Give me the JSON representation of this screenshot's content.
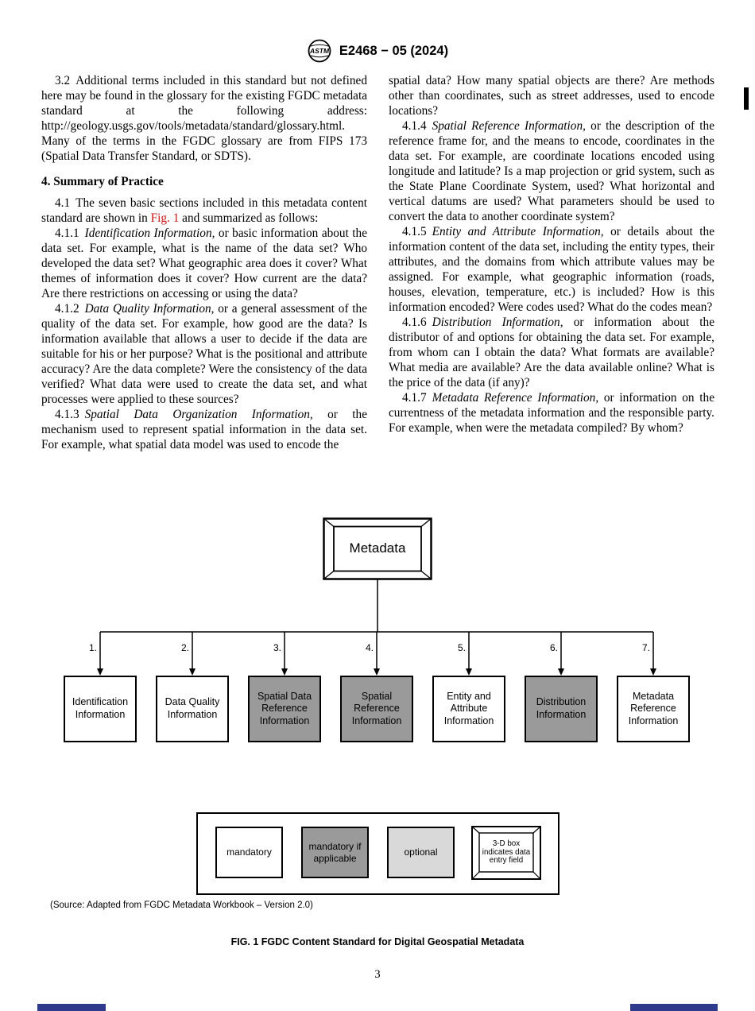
{
  "header": {
    "logo_text": "ASTM",
    "designation": "E2468 − 05 (2024)"
  },
  "left": {
    "p32": {
      "num": "3.2",
      "text": "Additional terms included in this standard but not defined here may be found in the glossary for the existing FGDC metadata standard at the following address: http://geology.usgs.gov/tools/metadata/standard/glossary.html. Many of the terms in the FGDC glossary are from FIPS 173 (Spatial Data Transfer Standard, or SDTS)."
    },
    "heading": "4. Summary of Practice",
    "p41": {
      "num": "4.1",
      "before": "The seven basic sections included in this metadata content standard are shown in ",
      "link": "Fig. 1",
      "after": " and summarized as follows:"
    },
    "p411": {
      "num": "4.1.1",
      "term": "Identification Information,",
      "text": " or basic information about the data set. For example, what is the name of the data set? Who developed the data set? What geographic area does it cover? What themes of information does it cover? How current are the data? Are there restrictions on accessing or using the data?"
    },
    "p412": {
      "num": "4.1.2",
      "term": "Data Quality Information,",
      "text": " or a general assessment of the quality of the data set. For example, how good are the data? Is information available that allows a user to decide if the data are suitable for his or her purpose? What is the positional and attribute accuracy? Are the data complete? Were the consistency of the data verified? What data were used to create the data set, and what processes were applied to these sources?"
    },
    "p413": {
      "num": "4.1.3",
      "term": "Spatial Data Organization Information,",
      "text": " or the mechanism used to represent spatial information in the data set. For example, what spatial data model was used to encode the"
    }
  },
  "right": {
    "cont": "spatial data? How many spatial objects are there? Are methods other than coordinates, such as street addresses, used to encode locations?",
    "p414": {
      "num": "4.1.4",
      "term": "Spatial Reference Information,",
      "text": " or the description of the reference frame for, and the means to encode, coordinates in the data set. For example, are coordinate locations encoded using longitude and latitude? Is a map projection or grid system, such as the State Plane Coordinate System, used? What horizontal and vertical datums are used? What parameters should be used to convert the data to another coordinate system?"
    },
    "p415": {
      "num": "4.1.5",
      "term": "Entity and Attribute Information,",
      "text": " or details about the information content of the data set, including the entity types, their attributes, and the domains from which attribute values may be assigned. For example, what geographic information (roads, houses, elevation, temperature, etc.) is included? How is this information encoded? Were codes used? What do the codes mean?"
    },
    "p416": {
      "num": "4.1.6",
      "term": "Distribution Information,",
      "text": " or information about the distributor of and options for obtaining the data set. For example, from whom can I obtain the data? What formats are available? What media are available? Are the data available online? What is the price of the data (if any)?"
    },
    "p417": {
      "num": "4.1.7",
      "term": "Metadata Reference Information,",
      "text": " or information on the currentness of the metadata information and the responsible party. For example, when were the metadata compiled? By whom?"
    }
  },
  "figure": {
    "root_label": "Metadata",
    "items": [
      {
        "num": "1.",
        "label": "Identification Information",
        "style": "mandatory"
      },
      {
        "num": "2.",
        "label": "Data Quality Information",
        "style": "mandatory"
      },
      {
        "num": "3.",
        "label": "Spatial Data Reference Information",
        "style": "mandatory_if_applicable"
      },
      {
        "num": "4.",
        "label": "Spatial Reference Information",
        "style": "mandatory_if_applicable"
      },
      {
        "num": "5.",
        "label": "Entity and Attribute Information",
        "style": "mandatory"
      },
      {
        "num": "6.",
        "label": "Distribution Information",
        "style": "mandatory_if_applicable"
      },
      {
        "num": "7.",
        "label": "Metadata Reference Information",
        "style": "mandatory"
      }
    ],
    "legend": [
      {
        "label": "mandatory",
        "style": "mandatory"
      },
      {
        "label": "mandatory if applicable",
        "style": "mandatory_if_applicable"
      },
      {
        "label": "optional",
        "style": "optional"
      },
      {
        "label": "3-D box indicates data entry field",
        "style": "data_entry_field"
      }
    ],
    "source": "(Source: Adapted from FGDC Metadata Workbook – Version 2.0)",
    "caption": "FIG. 1 FGDC Content Standard for Digital Geospatial Metadata"
  },
  "footer": {
    "page_number": "3"
  },
  "colors": {
    "accent_red": "#cc1111",
    "box_gray": "#9a9a9a",
    "box_light_gray": "#d9d9d9",
    "footer_blue": "#2e3a8c"
  }
}
